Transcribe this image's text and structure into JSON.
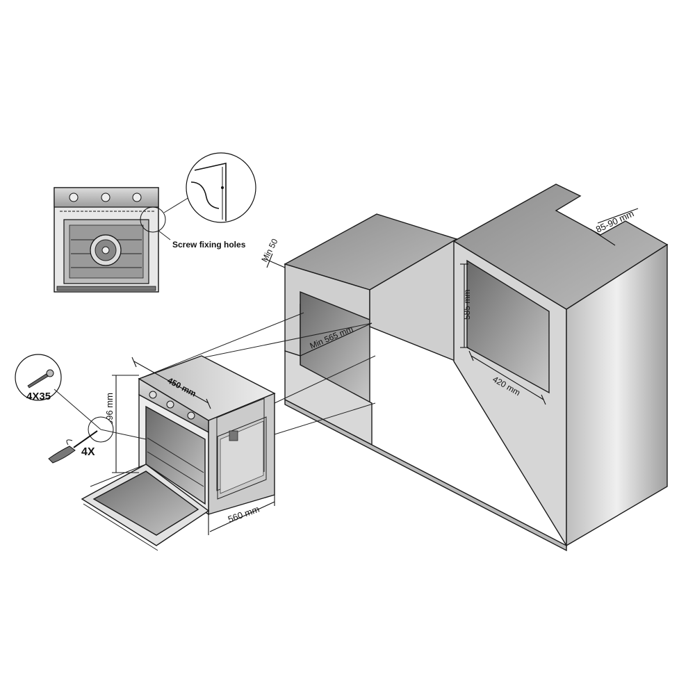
{
  "labels": {
    "screw_fixing_holes": "Screw fixing holes",
    "screw_qty": "4X35",
    "screwdriver_qty": "4X",
    "oven_width": "450 mm",
    "oven_height": "596 mm",
    "oven_depth": "560 mm",
    "min_gap": "Min 50",
    "min_depth": "Min 565 mm",
    "cabinet_height": "585 mm",
    "cabinet_width": "420 mm",
    "rear_gap": "85-90 mm"
  },
  "colors": {
    "line": "#111111",
    "cabinet_light": "#d4d4d4",
    "cabinet_mid": "#9a9a9a",
    "cabinet_dark": "#555555"
  }
}
